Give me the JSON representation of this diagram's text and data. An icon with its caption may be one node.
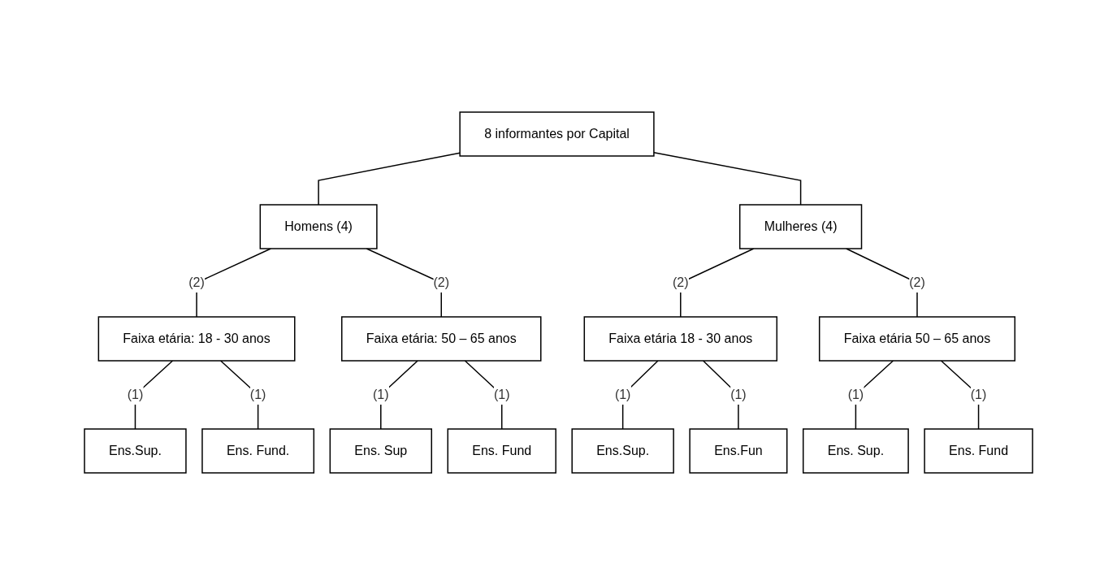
{
  "diagram": {
    "nodes": [
      {
        "text": [
          "8 informantes por Capital"
        ]
      },
      {
        "text": [
          "Homens (4)"
        ]
      },
      {
        "text": [
          "Mulheres (4)"
        ]
      },
      {
        "text": [
          "Faixa etária: 18 - 30 anos"
        ]
      },
      {
        "text": [
          "Faixa etária: 50 – 65 anos"
        ]
      },
      {
        "text": [
          "Faixa etária 18 - 30 anos"
        ]
      },
      {
        "text": [
          "Faixa etária 50 – 65 anos"
        ]
      },
      {
        "text": [
          "Ens.Sup."
        ]
      },
      {
        "text": [
          "Ens. Fund."
        ]
      },
      {
        "text": [
          "Ens. Sup"
        ]
      },
      {
        "text": [
          "Ens. Fund"
        ]
      },
      {
        "text": [
          "Ens.Sup."
        ]
      },
      {
        "text": [
          "Ens.Fun"
        ]
      },
      {
        "text": [
          "Ens. Sup."
        ]
      },
      {
        "text": [
          "Ens. Fund"
        ]
      }
    ],
    "edges": [
      {
        "from": 0,
        "to": 1,
        "arrow": "none"
      },
      {
        "from": 0,
        "to": 2,
        "arrow": "none"
      },
      {
        "from": 1,
        "to": 3,
        "arrow": "none",
        "label": "(2)"
      },
      {
        "from": 1,
        "to": 4,
        "arrow": "none",
        "label": "(2)"
      },
      {
        "from": 2,
        "to": 5,
        "arrow": "none",
        "label": "(2)"
      },
      {
        "from": 2,
        "to": 6,
        "arrow": "none",
        "label": "(2)"
      },
      {
        "from": 3,
        "to": 7,
        "arrow": "none",
        "label": "(1)"
      },
      {
        "from": 3,
        "to": 8,
        "arrow": "none",
        "label": "(1)"
      },
      {
        "from": 4,
        "to": 9,
        "arrow": "none",
        "label": "(1)"
      },
      {
        "from": 4,
        "to": 10,
        "arrow": "none",
        "label": "(1)"
      },
      {
        "from": 5,
        "to": 11,
        "arrow": "none",
        "label": "(1)"
      },
      {
        "from": 5,
        "to": 12,
        "arrow": "none",
        "label": "(1)"
      },
      {
        "from": 6,
        "to": 13,
        "arrow": "none",
        "label": "(1)"
      },
      {
        "from": 6,
        "to": 14,
        "arrow": "none",
        "label": "(1)"
      }
    ]
  }
}
